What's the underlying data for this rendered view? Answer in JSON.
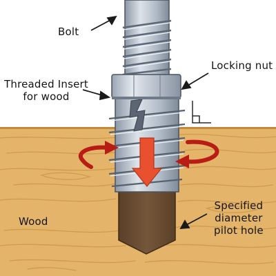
{
  "labels": {
    "bolt": "Bolt",
    "locking_nut": "Locking nut",
    "insert_line1": "Threaded Insert",
    "insert_line2": "for wood",
    "wood": "Wood",
    "hole_line1": "Specified",
    "hole_line2": "diameter",
    "hole_line3": "pilot hole"
  },
  "colors": {
    "sky": "#ffffff",
    "wood": "#e4b46a",
    "wood_grain": "#cf9b4c",
    "pilot_hole": "#6b4e31",
    "metal": "#b4bdc8",
    "rotation_arrow": "#b81c14",
    "down_arrow": "#e8502f"
  },
  "icons": [
    "right-angle-icon",
    "rotation-arrow-left-icon",
    "rotation-arrow-right-icon",
    "down-arrow-icon"
  ]
}
